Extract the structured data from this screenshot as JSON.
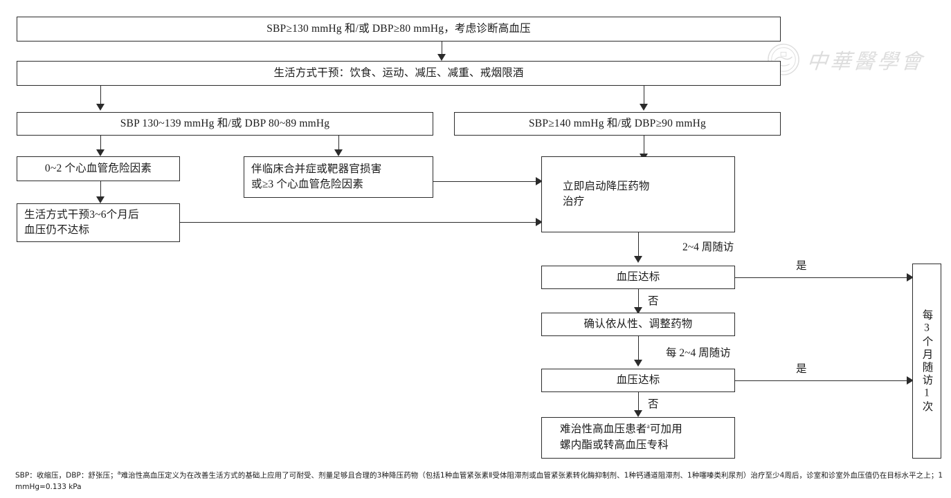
{
  "document": {
    "type": "clinical-flowchart",
    "language": "zh-CN",
    "title": "高血压诊断与治疗流程"
  },
  "watermark": {
    "text": "中華醫學會",
    "seal_icon": "circular-seal-icon"
  },
  "nodes": {
    "diagnosis": "SBP≥130 mmHg 和/或 DBP≥80 mmHg，考虑诊断高血压",
    "lifestyle": "生活方式干预：饮食、运动、减压、减重、戒烟限酒",
    "bp_130_139": "SBP 130~139 mmHg 和/或 DBP 80~89 mmHg",
    "bp_140_90": "SBP≥140 mmHg 和/或 DBP≥90 mmHg",
    "risk_0_2": "0~2 个心血管危险因素",
    "comorbid": "伴临床合并症或靶器官损害\n或≥3 个心血管危险因素",
    "lifestyle_3_6": "生活方式干预3~6个月后\n血压仍不达标",
    "start_drug": "立即启动降压药物\n治疗",
    "bp_target_1": "血压达标",
    "adjust_drug": "确认依从性、调整药物",
    "bp_target_2": "血压达标",
    "refractory_pre": "难治性高血压患者",
    "refractory_sup": "a",
    "refractory_post": "可加用",
    "refractory_line2": "螺内酯或转高血压专科",
    "followup_3m": "每3个月随访1次"
  },
  "edge_labels": {
    "followup_2_4w": "2~4 周随访",
    "yes_1": "是",
    "no_1": "否",
    "followup_every_2_4w": "每 2~4 周随访",
    "yes_2": "是",
    "no_2": "否"
  },
  "footnote": {
    "part1": "SBP：收缩压，DBP：舒张压；",
    "sup": "a",
    "part2": "难治性高血压定义为在改善生活方式的基础上应用了可耐受、剂量足够且合理的3种降压药物（包括1种血管紧张素Ⅱ受体阻滞剂或血管紧张素转化酶抑制剂、1种钙通道阻滞剂、1种噻嗪类利尿剂）治疗至少4周后，诊室和诊室外血压值仍在目标水平之上；1 mmHg=0.133 kPa"
  },
  "colors": {
    "stroke": "#2b2b2b",
    "text": "#1a1a1a",
    "background": "#ffffff",
    "watermark": "#9a9a9a"
  }
}
